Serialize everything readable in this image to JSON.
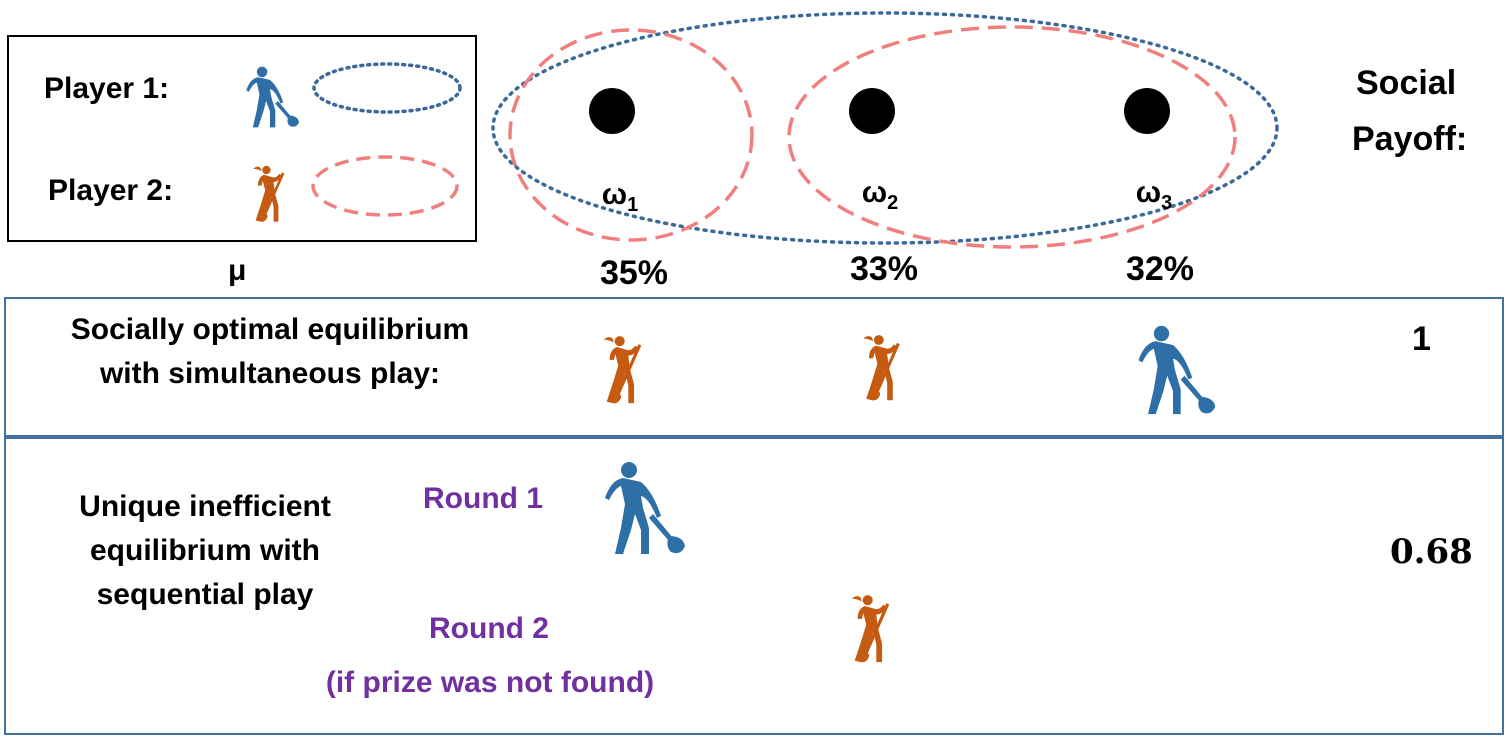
{
  "legend": {
    "player1_label": "Player 1:",
    "player2_label": "Player 2:",
    "player1_color": "#2e6fa7",
    "player2_color": "#c55a11",
    "player1_ellipse_color": "#3b6a9a",
    "player2_ellipse_color": "#f08080",
    "prior_label": "μ"
  },
  "states": [
    {
      "label": "ω",
      "subscript": "1",
      "probability": "35%"
    },
    {
      "label": "ω",
      "subscript": "2",
      "probability": "33%"
    },
    {
      "label": "ω",
      "subscript": "3",
      "probability": "32%"
    }
  ],
  "social_payoff_header": {
    "line1": "Social",
    "line2": "Payoff:"
  },
  "rows": [
    {
      "description_line1": "Socially optimal equilibrium",
      "description_line2": "with simultaneous play:",
      "payoff": "1",
      "digs": [
        "player2",
        "player2",
        "player1"
      ]
    },
    {
      "description_line1": "Unique inefficient",
      "description_line2": "equilibrium with",
      "description_line3": "sequential play",
      "payoff": "0.68",
      "round1_label": "Round 1",
      "round2_label": "Round 2",
      "round2_note": "(if prize was not found)",
      "round_color": "#7030a0"
    }
  ]
}
